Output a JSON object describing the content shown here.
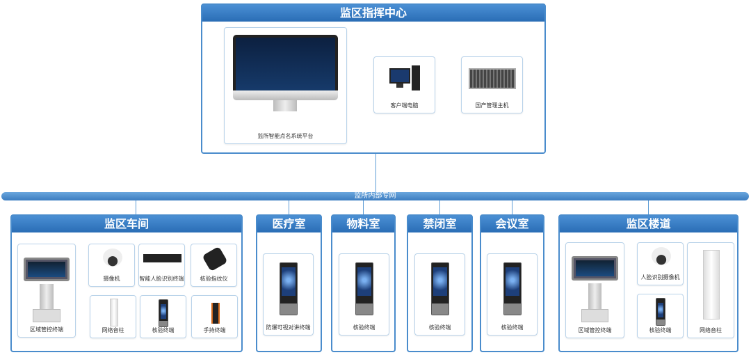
{
  "center": {
    "title": "监区指挥中心",
    "platform": "监所智能点名系统平台",
    "pc": "客户端电脑",
    "server": "国产管理主机"
  },
  "network": {
    "label": "监所内部专网"
  },
  "workshop": {
    "title": "监区车间",
    "items": [
      "区域管控终端",
      "摄像机",
      "智能人脸识别终端",
      "核验指纹仪",
      "网络音柱",
      "核验终端",
      "手持终端"
    ]
  },
  "medical": {
    "title": "医疗室",
    "item": "防爆可视对讲终端"
  },
  "material": {
    "title": "物料室",
    "item": "核验终端"
  },
  "confinement": {
    "title": "禁闭室",
    "item": "核验终端"
  },
  "meeting": {
    "title": "会议室",
    "item": "核验终端"
  },
  "corridor": {
    "title": "监区楼道",
    "items": [
      "区域管控终端",
      "人脸识别摄像机",
      "核验终端",
      "网络音柱"
    ]
  },
  "colors": {
    "header": "#2a6db5",
    "border": "#4a8ccc",
    "line": "#5b9bd5"
  }
}
